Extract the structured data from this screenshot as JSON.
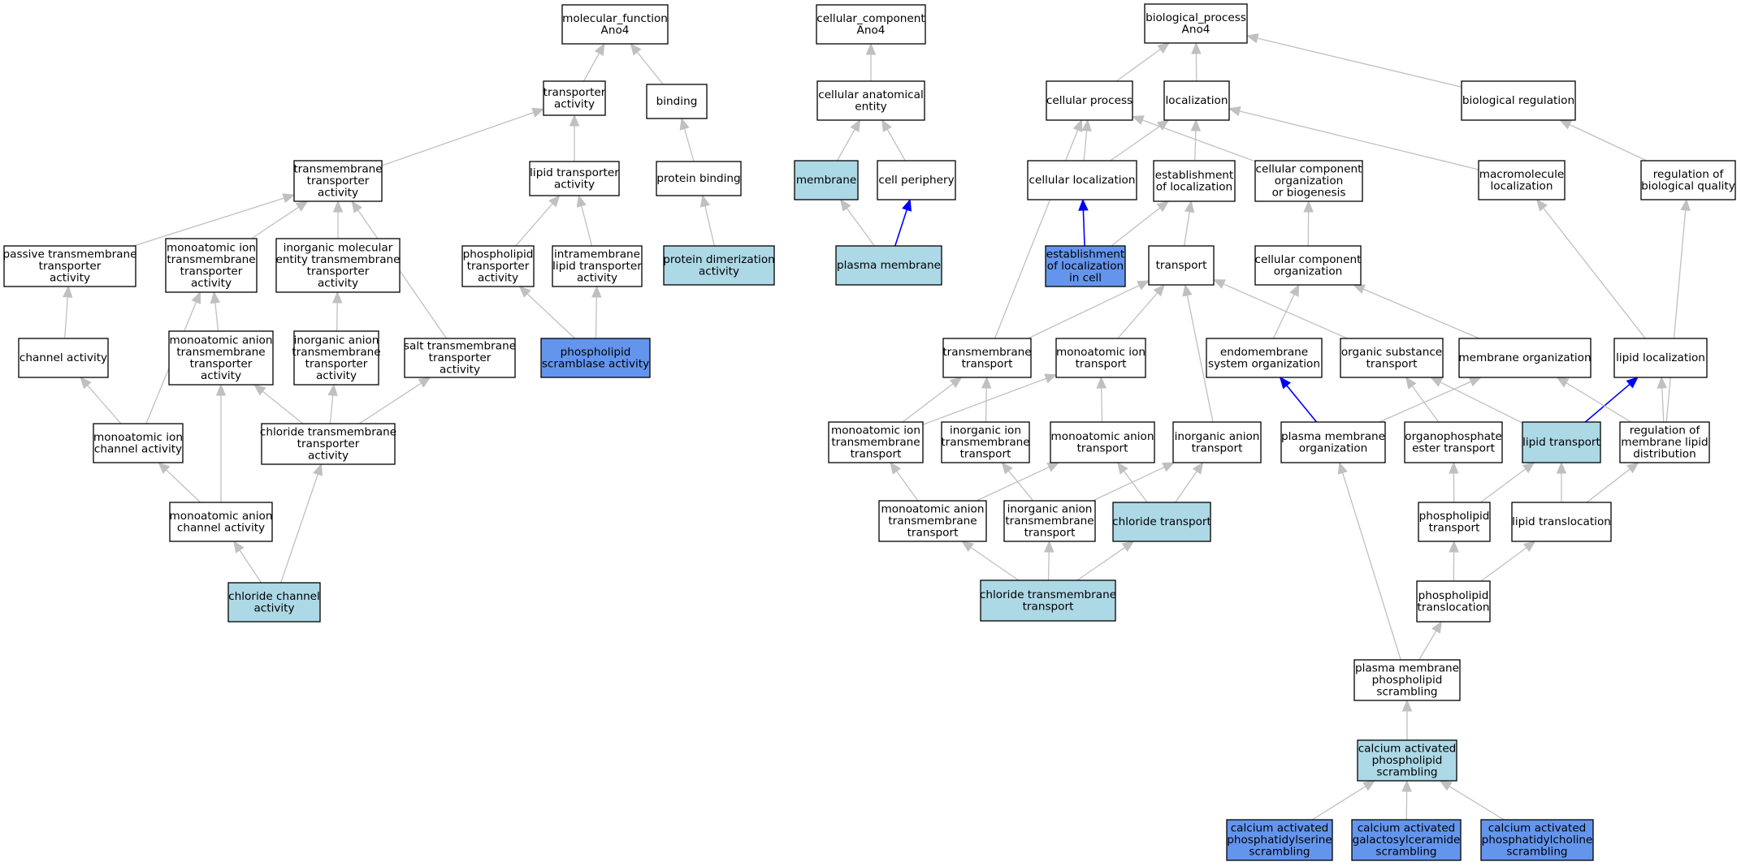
{
  "colors": {
    "default_fill": "#ffffff",
    "highlight_fill": "#add8e6",
    "strong_fill": "#6495ed",
    "edge_gray": "#c0c0c0",
    "edge_blue": "#0000ff"
  },
  "nodes": [
    {
      "id": "mf_root",
      "lines": [
        "molecular_function",
        "Ano4"
      ],
      "fill": "default"
    },
    {
      "id": "transporter_activity",
      "lines": [
        "transporter",
        "activity"
      ],
      "fill": "default"
    },
    {
      "id": "binding",
      "lines": [
        "binding"
      ],
      "fill": "default"
    },
    {
      "id": "tm_transporter_activity",
      "lines": [
        "transmembrane",
        "transporter",
        "activity"
      ],
      "fill": "default"
    },
    {
      "id": "lipid_transporter_activity",
      "lines": [
        "lipid transporter",
        "activity"
      ],
      "fill": "default"
    },
    {
      "id": "protein_binding",
      "lines": [
        "protein binding"
      ],
      "fill": "default"
    },
    {
      "id": "passive_tm_transporter",
      "lines": [
        "passive transmembrane",
        "transporter",
        "activity"
      ],
      "fill": "default"
    },
    {
      "id": "mono_ion_tm_transporter",
      "lines": [
        "monoatomic ion",
        "transmembrane",
        "transporter",
        "activity"
      ],
      "fill": "default"
    },
    {
      "id": "inorg_mol_tm_transporter",
      "lines": [
        "inorganic molecular",
        "entity transmembrane",
        "transporter",
        "activity"
      ],
      "fill": "default"
    },
    {
      "id": "phospholipid_transporter",
      "lines": [
        "phospholipid",
        "transporter",
        "activity"
      ],
      "fill": "default"
    },
    {
      "id": "intramembrane_lipid",
      "lines": [
        "intramembrane",
        "lipid transporter",
        "activity"
      ],
      "fill": "default"
    },
    {
      "id": "protein_dimerization",
      "lines": [
        "protein dimerization",
        "activity"
      ],
      "fill": "highlight"
    },
    {
      "id": "channel_activity",
      "lines": [
        "channel activity"
      ],
      "fill": "default"
    },
    {
      "id": "mono_anion_tm_transporter",
      "lines": [
        "monoatomic anion",
        "transmembrane",
        "transporter",
        "activity"
      ],
      "fill": "default"
    },
    {
      "id": "inorg_anion_tm_transporter",
      "lines": [
        "inorganic anion",
        "transmembrane",
        "transporter",
        "activity"
      ],
      "fill": "default"
    },
    {
      "id": "salt_tm_transporter",
      "lines": [
        "salt transmembrane",
        "transporter",
        "activity"
      ],
      "fill": "default"
    },
    {
      "id": "phospholipid_scramblase",
      "lines": [
        "phospholipid",
        "scramblase activity"
      ],
      "fill": "strong"
    },
    {
      "id": "mono_ion_channel",
      "lines": [
        "monoatomic ion",
        "channel activity"
      ],
      "fill": "default"
    },
    {
      "id": "chloride_tm_transporter",
      "lines": [
        "chloride transmembrane",
        "transporter",
        "activity"
      ],
      "fill": "default"
    },
    {
      "id": "mono_anion_channel",
      "lines": [
        "monoatomic anion",
        "channel activity"
      ],
      "fill": "default"
    },
    {
      "id": "chloride_channel",
      "lines": [
        "chloride channel",
        "activity"
      ],
      "fill": "highlight"
    },
    {
      "id": "cc_root",
      "lines": [
        "cellular_component",
        "Ano4"
      ],
      "fill": "default"
    },
    {
      "id": "cellular_anatomical_entity",
      "lines": [
        "cellular anatomical",
        "entity"
      ],
      "fill": "default"
    },
    {
      "id": "membrane",
      "lines": [
        "membrane"
      ],
      "fill": "highlight"
    },
    {
      "id": "cell_periphery",
      "lines": [
        "cell periphery"
      ],
      "fill": "default"
    },
    {
      "id": "plasma_membrane",
      "lines": [
        "plasma membrane"
      ],
      "fill": "highlight"
    },
    {
      "id": "bp_root",
      "lines": [
        "biological_process",
        "Ano4"
      ],
      "fill": "default"
    },
    {
      "id": "cellular_process",
      "lines": [
        "cellular process"
      ],
      "fill": "default"
    },
    {
      "id": "localization",
      "lines": [
        "localization"
      ],
      "fill": "default"
    },
    {
      "id": "biological_regulation",
      "lines": [
        "biological regulation"
      ],
      "fill": "default"
    },
    {
      "id": "cellular_localization",
      "lines": [
        "cellular localization"
      ],
      "fill": "default"
    },
    {
      "id": "establishment_of_localization",
      "lines": [
        "establishment",
        "of localization"
      ],
      "fill": "default"
    },
    {
      "id": "cc_org_biogenesis",
      "lines": [
        "cellular component",
        "organization",
        "or biogenesis"
      ],
      "fill": "default"
    },
    {
      "id": "macromolecule_localization",
      "lines": [
        "macromolecule",
        "localization"
      ],
      "fill": "default"
    },
    {
      "id": "regulation_bio_quality",
      "lines": [
        "regulation of",
        "biological quality"
      ],
      "fill": "default"
    },
    {
      "id": "est_loc_in_cell",
      "lines": [
        "establishment",
        "of localization",
        "in cell"
      ],
      "fill": "strong"
    },
    {
      "id": "transport",
      "lines": [
        "transport"
      ],
      "fill": "default"
    },
    {
      "id": "cc_organization",
      "lines": [
        "cellular component",
        "organization"
      ],
      "fill": "default"
    },
    {
      "id": "tm_transport",
      "lines": [
        "transmembrane",
        "transport"
      ],
      "fill": "default"
    },
    {
      "id": "mono_ion_transport",
      "lines": [
        "monoatomic ion",
        "transport"
      ],
      "fill": "default"
    },
    {
      "id": "endomembrane_org",
      "lines": [
        "endomembrane",
        "system organization"
      ],
      "fill": "default"
    },
    {
      "id": "organic_substance_transport",
      "lines": [
        "organic substance",
        "transport"
      ],
      "fill": "default"
    },
    {
      "id": "membrane_organization",
      "lines": [
        "membrane organization"
      ],
      "fill": "default"
    },
    {
      "id": "lipid_localization",
      "lines": [
        "lipid localization"
      ],
      "fill": "default"
    },
    {
      "id": "mono_ion_tm_transport",
      "lines": [
        "monoatomic ion",
        "transmembrane",
        "transport"
      ],
      "fill": "default"
    },
    {
      "id": "inorg_ion_tm_transport",
      "lines": [
        "inorganic ion",
        "transmembrane",
        "transport"
      ],
      "fill": "default"
    },
    {
      "id": "mono_anion_transport",
      "lines": [
        "monoatomic anion",
        "transport"
      ],
      "fill": "default"
    },
    {
      "id": "inorg_anion_transport",
      "lines": [
        "inorganic anion",
        "transport"
      ],
      "fill": "default"
    },
    {
      "id": "pm_organization",
      "lines": [
        "plasma membrane",
        "organization"
      ],
      "fill": "default"
    },
    {
      "id": "organophosphate_ester_transport",
      "lines": [
        "organophosphate",
        "ester transport"
      ],
      "fill": "default"
    },
    {
      "id": "lipid_transport",
      "lines": [
        "lipid transport"
      ],
      "fill": "highlight"
    },
    {
      "id": "regulation_membrane_lipid",
      "lines": [
        "regulation of",
        "membrane lipid",
        "distribution"
      ],
      "fill": "default"
    },
    {
      "id": "mono_anion_tm_transport",
      "lines": [
        "monoatomic anion",
        "transmembrane",
        "transport"
      ],
      "fill": "default"
    },
    {
      "id": "inorg_anion_tm_transport",
      "lines": [
        "inorganic anion",
        "transmembrane",
        "transport"
      ],
      "fill": "default"
    },
    {
      "id": "chloride_transport",
      "lines": [
        "chloride transport"
      ],
      "fill": "highlight"
    },
    {
      "id": "phospholipid_transport",
      "lines": [
        "phospholipid",
        "transport"
      ],
      "fill": "default"
    },
    {
      "id": "lipid_translocation",
      "lines": [
        "lipid translocation"
      ],
      "fill": "default"
    },
    {
      "id": "chloride_tm_transport",
      "lines": [
        "chloride transmembrane",
        "transport"
      ],
      "fill": "highlight"
    },
    {
      "id": "phospholipid_translocation",
      "lines": [
        "phospholipid",
        "translocation"
      ],
      "fill": "default"
    },
    {
      "id": "pm_phospholipid_scrambling",
      "lines": [
        "plasma membrane",
        "phospholipid",
        "scrambling"
      ],
      "fill": "default"
    },
    {
      "id": "ca_phospholipid_scrambling",
      "lines": [
        "calcium activated",
        "phospholipid",
        "scrambling"
      ],
      "fill": "highlight"
    },
    {
      "id": "ca_ps_scrambling",
      "lines": [
        "calcium activated",
        "phosphatidylserine",
        "scrambling"
      ],
      "fill": "strong"
    },
    {
      "id": "ca_galcer_scrambling",
      "lines": [
        "calcium activated",
        "galactosylceramide",
        "scrambling"
      ],
      "fill": "strong"
    },
    {
      "id": "ca_pc_scrambling",
      "lines": [
        "calcium activated",
        "phosphatidylcholine",
        "scrambling"
      ],
      "fill": "strong"
    }
  ],
  "edges": [
    {
      "from": "transporter_activity",
      "to": "mf_root",
      "color": "gray"
    },
    {
      "from": "binding",
      "to": "mf_root",
      "color": "gray"
    },
    {
      "from": "tm_transporter_activity",
      "to": "transporter_activity",
      "color": "gray"
    },
    {
      "from": "lipid_transporter_activity",
      "to": "transporter_activity",
      "color": "gray"
    },
    {
      "from": "protein_binding",
      "to": "binding",
      "color": "gray"
    },
    {
      "from": "passive_tm_transporter",
      "to": "tm_transporter_activity",
      "color": "gray"
    },
    {
      "from": "mono_ion_tm_transporter",
      "to": "tm_transporter_activity",
      "color": "gray"
    },
    {
      "from": "inorg_mol_tm_transporter",
      "to": "tm_transporter_activity",
      "color": "gray"
    },
    {
      "from": "salt_tm_transporter",
      "to": "tm_transporter_activity",
      "color": "gray"
    },
    {
      "from": "phospholipid_transporter",
      "to": "lipid_transporter_activity",
      "color": "gray"
    },
    {
      "from": "intramembrane_lipid",
      "to": "lipid_transporter_activity",
      "color": "gray"
    },
    {
      "from": "protein_dimerization",
      "to": "protein_binding",
      "color": "gray"
    },
    {
      "from": "channel_activity",
      "to": "passive_tm_transporter",
      "color": "gray"
    },
    {
      "from": "mono_anion_tm_transporter",
      "to": "mono_ion_tm_transporter",
      "color": "gray"
    },
    {
      "from": "inorg_anion_tm_transporter",
      "to": "inorg_mol_tm_transporter",
      "color": "gray"
    },
    {
      "from": "phospholipid_scramblase",
      "to": "phospholipid_transporter",
      "color": "gray"
    },
    {
      "from": "phospholipid_scramblase",
      "to": "intramembrane_lipid",
      "color": "gray"
    },
    {
      "from": "mono_ion_channel",
      "to": "channel_activity",
      "color": "gray"
    },
    {
      "from": "mono_ion_channel",
      "to": "mono_ion_tm_transporter",
      "color": "gray"
    },
    {
      "from": "chloride_tm_transporter",
      "to": "mono_anion_tm_transporter",
      "color": "gray"
    },
    {
      "from": "chloride_tm_transporter",
      "to": "inorg_anion_tm_transporter",
      "color": "gray"
    },
    {
      "from": "chloride_tm_transporter",
      "to": "salt_tm_transporter",
      "color": "gray"
    },
    {
      "from": "mono_anion_channel",
      "to": "mono_ion_channel",
      "color": "gray"
    },
    {
      "from": "mono_anion_channel",
      "to": "mono_anion_tm_transporter",
      "color": "gray"
    },
    {
      "from": "chloride_channel",
      "to": "mono_anion_channel",
      "color": "gray"
    },
    {
      "from": "chloride_channel",
      "to": "chloride_tm_transporter",
      "color": "gray"
    },
    {
      "from": "cellular_anatomical_entity",
      "to": "cc_root",
      "color": "gray"
    },
    {
      "from": "membrane",
      "to": "cellular_anatomical_entity",
      "color": "gray"
    },
    {
      "from": "cell_periphery",
      "to": "cellular_anatomical_entity",
      "color": "gray"
    },
    {
      "from": "plasma_membrane",
      "to": "membrane",
      "color": "gray"
    },
    {
      "from": "plasma_membrane",
      "to": "cell_periphery",
      "color": "blue"
    },
    {
      "from": "cellular_process",
      "to": "bp_root",
      "color": "gray"
    },
    {
      "from": "localization",
      "to": "bp_root",
      "color": "gray"
    },
    {
      "from": "biological_regulation",
      "to": "bp_root",
      "color": "gray"
    },
    {
      "from": "cellular_localization",
      "to": "cellular_process",
      "color": "gray"
    },
    {
      "from": "cellular_localization",
      "to": "localization",
      "color": "gray"
    },
    {
      "from": "establishment_of_localization",
      "to": "localization",
      "color": "gray"
    },
    {
      "from": "cc_org_biogenesis",
      "to": "cellular_process",
      "color": "gray"
    },
    {
      "from": "macromolecule_localization",
      "to": "localization",
      "color": "gray"
    },
    {
      "from": "regulation_bio_quality",
      "to": "biological_regulation",
      "color": "gray"
    },
    {
      "from": "est_loc_in_cell",
      "to": "cellular_localization",
      "color": "blue"
    },
    {
      "from": "est_loc_in_cell",
      "to": "establishment_of_localization",
      "color": "gray"
    },
    {
      "from": "transport",
      "to": "establishment_of_localization",
      "color": "gray"
    },
    {
      "from": "cc_organization",
      "to": "cc_org_biogenesis",
      "color": "gray"
    },
    {
      "from": "tm_transport",
      "to": "transport",
      "color": "gray"
    },
    {
      "from": "tm_transport",
      "to": "cellular_process",
      "color": "gray"
    },
    {
      "from": "mono_ion_transport",
      "to": "transport",
      "color": "gray"
    },
    {
      "from": "endomembrane_org",
      "to": "cc_organization",
      "color": "gray"
    },
    {
      "from": "organic_substance_transport",
      "to": "transport",
      "color": "gray"
    },
    {
      "from": "membrane_organization",
      "to": "cc_organization",
      "color": "gray"
    },
    {
      "from": "lipid_localization",
      "to": "macromolecule_localization",
      "color": "gray"
    },
    {
      "from": "mono_ion_tm_transport",
      "to": "tm_transport",
      "color": "gray"
    },
    {
      "from": "mono_ion_tm_transport",
      "to": "mono_ion_transport",
      "color": "gray"
    },
    {
      "from": "inorg_ion_tm_transport",
      "to": "tm_transport",
      "color": "gray"
    },
    {
      "from": "mono_anion_transport",
      "to": "mono_ion_transport",
      "color": "gray"
    },
    {
      "from": "inorg_anion_transport",
      "to": "transport",
      "color": "gray"
    },
    {
      "from": "pm_organization",
      "to": "endomembrane_org",
      "color": "blue"
    },
    {
      "from": "pm_organization",
      "to": "membrane_organization",
      "color": "gray"
    },
    {
      "from": "organophosphate_ester_transport",
      "to": "organic_substance_transport",
      "color": "gray"
    },
    {
      "from": "lipid_transport",
      "to": "organic_substance_transport",
      "color": "gray"
    },
    {
      "from": "lipid_transport",
      "to": "lipid_localization",
      "color": "blue"
    },
    {
      "from": "regulation_membrane_lipid",
      "to": "membrane_organization",
      "color": "gray"
    },
    {
      "from": "regulation_membrane_lipid",
      "to": "lipid_localization",
      "color": "gray"
    },
    {
      "from": "regulation_membrane_lipid",
      "to": "regulation_bio_quality",
      "color": "gray"
    },
    {
      "from": "mono_anion_tm_transport",
      "to": "mono_ion_tm_transport",
      "color": "gray"
    },
    {
      "from": "mono_anion_tm_transport",
      "to": "mono_anion_transport",
      "color": "gray"
    },
    {
      "from": "inorg_anion_tm_transport",
      "to": "inorg_ion_tm_transport",
      "color": "gray"
    },
    {
      "from": "inorg_anion_tm_transport",
      "to": "inorg_anion_transport",
      "color": "gray"
    },
    {
      "from": "chloride_transport",
      "to": "mono_anion_transport",
      "color": "gray"
    },
    {
      "from": "chloride_transport",
      "to": "inorg_anion_transport",
      "color": "gray"
    },
    {
      "from": "phospholipid_transport",
      "to": "organophosphate_ester_transport",
      "color": "gray"
    },
    {
      "from": "phospholipid_transport",
      "to": "lipid_transport",
      "color": "gray"
    },
    {
      "from": "lipid_translocation",
      "to": "lipid_transport",
      "color": "gray"
    },
    {
      "from": "lipid_translocation",
      "to": "regulation_membrane_lipid",
      "color": "gray"
    },
    {
      "from": "chloride_tm_transport",
      "to": "mono_anion_tm_transport",
      "color": "gray"
    },
    {
      "from": "chloride_tm_transport",
      "to": "inorg_anion_tm_transport",
      "color": "gray"
    },
    {
      "from": "chloride_tm_transport",
      "to": "chloride_transport",
      "color": "gray"
    },
    {
      "from": "phospholipid_translocation",
      "to": "phospholipid_transport",
      "color": "gray"
    },
    {
      "from": "phospholipid_translocation",
      "to": "lipid_translocation",
      "color": "gray"
    },
    {
      "from": "pm_phospholipid_scrambling",
      "to": "phospholipid_translocation",
      "color": "gray"
    },
    {
      "from": "pm_phospholipid_scrambling",
      "to": "pm_organization",
      "color": "gray"
    },
    {
      "from": "ca_phospholipid_scrambling",
      "to": "pm_phospholipid_scrambling",
      "color": "gray"
    },
    {
      "from": "ca_ps_scrambling",
      "to": "ca_phospholipid_scrambling",
      "color": "gray"
    },
    {
      "from": "ca_galcer_scrambling",
      "to": "ca_phospholipid_scrambling",
      "color": "gray"
    },
    {
      "from": "ca_pc_scrambling",
      "to": "ca_phospholipid_scrambling",
      "color": "gray"
    }
  ]
}
